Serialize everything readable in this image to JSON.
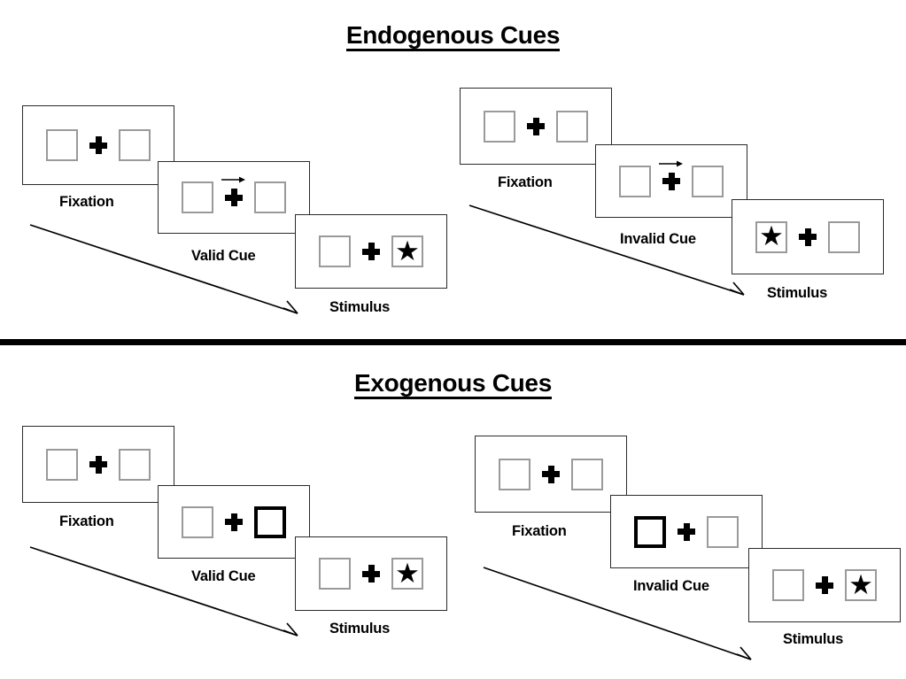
{
  "figure": {
    "type": "diagram",
    "subject": "Posner cueing paradigm: endogenous vs exogenous spatial cues",
    "colors": {
      "background": "#ffffff",
      "ink": "#000000",
      "panel_border": "#2a2a2a",
      "placeholder_box_border": "#9a9a9a",
      "cued_box_border": "#000000",
      "divider": "#000000"
    }
  },
  "sections": [
    {
      "id": "endogenous",
      "title": "Endogenous Cues",
      "conditions": [
        {
          "id": "endogenous-valid",
          "steps": [
            {
              "caption": "Fixation",
              "left_box": {
                "state": "normal",
                "content": ""
              },
              "right_box": {
                "state": "normal",
                "content": ""
              },
              "center": {
                "plus": true,
                "arrow": "none"
              }
            },
            {
              "caption": "Valid Cue",
              "left_box": {
                "state": "normal",
                "content": ""
              },
              "right_box": {
                "state": "normal",
                "content": ""
              },
              "center": {
                "plus": true,
                "arrow": "right"
              }
            },
            {
              "caption": "Stimulus",
              "left_box": {
                "state": "normal",
                "content": ""
              },
              "right_box": {
                "state": "normal",
                "content": "star"
              },
              "center": {
                "plus": true,
                "arrow": "none"
              }
            }
          ]
        },
        {
          "id": "endogenous-invalid",
          "steps": [
            {
              "caption": "Fixation",
              "left_box": {
                "state": "normal",
                "content": ""
              },
              "right_box": {
                "state": "normal",
                "content": ""
              },
              "center": {
                "plus": true,
                "arrow": "none"
              }
            },
            {
              "caption": "Invalid Cue",
              "left_box": {
                "state": "normal",
                "content": ""
              },
              "right_box": {
                "state": "normal",
                "content": ""
              },
              "center": {
                "plus": true,
                "arrow": "right"
              }
            },
            {
              "caption": "Stimulus",
              "left_box": {
                "state": "normal",
                "content": "star"
              },
              "right_box": {
                "state": "normal",
                "content": ""
              },
              "center": {
                "plus": true,
                "arrow": "none"
              }
            }
          ]
        }
      ]
    },
    {
      "id": "exogenous",
      "title": "Exogenous Cues",
      "conditions": [
        {
          "id": "exogenous-valid",
          "steps": [
            {
              "caption": "Fixation",
              "left_box": {
                "state": "normal",
                "content": ""
              },
              "right_box": {
                "state": "normal",
                "content": ""
              },
              "center": {
                "plus": true,
                "arrow": "none"
              }
            },
            {
              "caption": "Valid Cue",
              "left_box": {
                "state": "normal",
                "content": ""
              },
              "right_box": {
                "state": "cued",
                "content": ""
              },
              "center": {
                "plus": true,
                "arrow": "none"
              }
            },
            {
              "caption": "Stimulus",
              "left_box": {
                "state": "normal",
                "content": ""
              },
              "right_box": {
                "state": "normal",
                "content": "star"
              },
              "center": {
                "plus": true,
                "arrow": "none"
              }
            }
          ]
        },
        {
          "id": "exogenous-invalid",
          "steps": [
            {
              "caption": "Fixation",
              "left_box": {
                "state": "normal",
                "content": ""
              },
              "right_box": {
                "state": "normal",
                "content": ""
              },
              "center": {
                "plus": true,
                "arrow": "none"
              }
            },
            {
              "caption": "Invalid Cue",
              "left_box": {
                "state": "cued",
                "content": ""
              },
              "right_box": {
                "state": "normal",
                "content": ""
              },
              "center": {
                "plus": true,
                "arrow": "none"
              }
            },
            {
              "caption": "Stimulus",
              "left_box": {
                "state": "normal",
                "content": ""
              },
              "right_box": {
                "state": "normal",
                "content": "star"
              },
              "center": {
                "plus": true,
                "arrow": "none"
              }
            }
          ]
        }
      ]
    }
  ],
  "icons": {
    "star": "★",
    "fixation_cross": "plus-icon",
    "cue_arrow": "arrow-right-icon",
    "time_arrow": "time-flow-arrow-icon"
  },
  "captions": {
    "endo_valid": [
      "Fixation",
      "Valid Cue",
      "Stimulus"
    ],
    "endo_invalid": [
      "Fixation",
      "Invalid Cue",
      "Stimulus"
    ],
    "exo_valid": [
      "Fixation",
      "Valid Cue",
      "Stimulus"
    ],
    "exo_invalid": [
      "Fixation",
      "Invalid Cue",
      "Stimulus"
    ]
  }
}
